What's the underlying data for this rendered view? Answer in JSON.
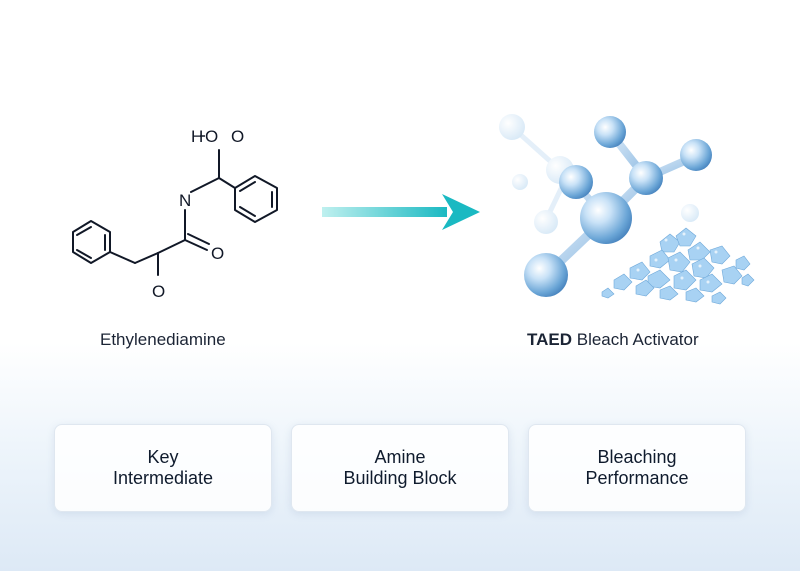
{
  "left_structure": {
    "atom_labels": {
      "h": "H",
      "o_top_1": "O",
      "o_top_2": "O",
      "n": "N",
      "o_right": "O",
      "o_bottom": "O"
    },
    "caption": "Ethylenediamine"
  },
  "right_product": {
    "caption_bold": "TAED",
    "caption_rest": " Bleach Activator"
  },
  "cards": [
    {
      "line1": "Key",
      "line2": "Intermediate"
    },
    {
      "line1": "Amine",
      "line2": "Building Block"
    },
    {
      "line1": "Bleaching",
      "line2": "Performance"
    }
  ],
  "colors": {
    "arrow_start": "#bff0ef",
    "arrow_end": "#1ab9c2",
    "sphere_core": "#5c9ad0",
    "sphere_light": "#e8f3ff",
    "crystal": "#a8d2f3",
    "structure_line": "#111827"
  }
}
